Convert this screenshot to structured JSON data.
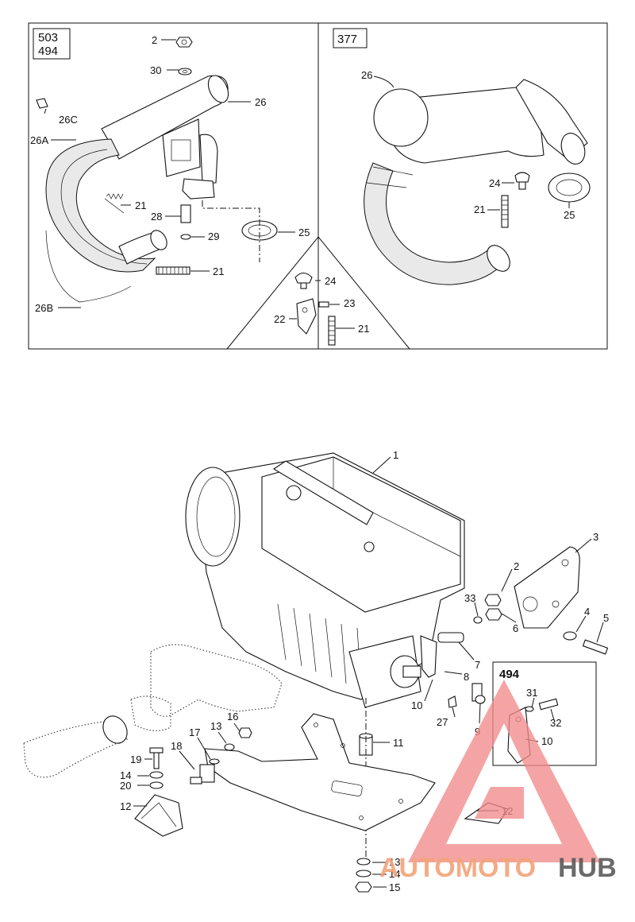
{
  "panel_503_494": {
    "model_a": "503",
    "model_b": "494",
    "callouts": [
      "2",
      "30",
      "26",
      "26C",
      "26A",
      "21",
      "28",
      "29",
      "25",
      "21",
      "26B"
    ]
  },
  "panel_377": {
    "model": "377",
    "callouts": [
      "26",
      "24",
      "21",
      "25"
    ]
  },
  "panel_triangle": {
    "callouts": [
      "24",
      "23",
      "22",
      "21"
    ]
  },
  "engine_section": {
    "callouts": [
      "1",
      "3",
      "2",
      "33",
      "4",
      "5",
      "6",
      "7",
      "8",
      "10",
      "27",
      "9",
      "11",
      "16",
      "13",
      "17",
      "18",
      "19",
      "14",
      "20",
      "12",
      "13",
      "14",
      "15"
    ]
  },
  "inset_494": {
    "model": "494",
    "callouts": [
      "31",
      "32",
      "10",
      "12"
    ]
  },
  "watermark": {
    "part_a": "AUTOMOTO",
    "part_b": "HUB",
    "logo_color": "#f28b8b",
    "text_color": "#f2a47a",
    "text_color_b": "#5a5a5a"
  }
}
